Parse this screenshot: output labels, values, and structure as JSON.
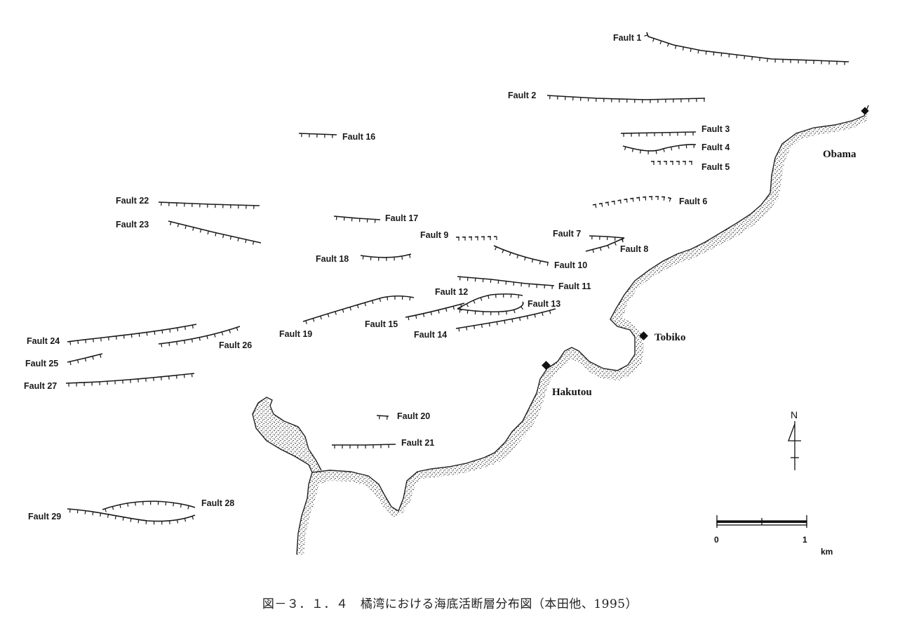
{
  "map": {
    "faults": [
      {
        "id": "f1",
        "label": "Fault 1"
      },
      {
        "id": "f2",
        "label": "Fault 2"
      },
      {
        "id": "f3",
        "label": "Fault 3"
      },
      {
        "id": "f4",
        "label": "Fault 4"
      },
      {
        "id": "f5",
        "label": "Fault 5"
      },
      {
        "id": "f6",
        "label": "Fault 6"
      },
      {
        "id": "f7",
        "label": "Fault 7"
      },
      {
        "id": "f8",
        "label": "Fault 8"
      },
      {
        "id": "f9",
        "label": "Fault 9"
      },
      {
        "id": "f10",
        "label": "Fault 10"
      },
      {
        "id": "f11",
        "label": "Fault 11"
      },
      {
        "id": "f12",
        "label": "Fault 12"
      },
      {
        "id": "f13",
        "label": "Fault 13"
      },
      {
        "id": "f14",
        "label": "Fault 14"
      },
      {
        "id": "f15",
        "label": "Fault 15"
      },
      {
        "id": "f16",
        "label": "Fault 16"
      },
      {
        "id": "f17",
        "label": "Fault 17"
      },
      {
        "id": "f18",
        "label": "Fault 18"
      },
      {
        "id": "f19",
        "label": "Fault 19"
      },
      {
        "id": "f20",
        "label": "Fault 20"
      },
      {
        "id": "f21",
        "label": "Fault 21"
      },
      {
        "id": "f22",
        "label": "Fault 22"
      },
      {
        "id": "f23",
        "label": "Fault 23"
      },
      {
        "id": "f24",
        "label": "Fault 24"
      },
      {
        "id": "f25",
        "label": "Fault 25"
      },
      {
        "id": "f26",
        "label": "Fault 26"
      },
      {
        "id": "f27",
        "label": "Fault 27"
      },
      {
        "id": "f28",
        "label": "Fault 28"
      },
      {
        "id": "f29",
        "label": "Fault 29"
      }
    ],
    "places": {
      "obama": "Obama",
      "tobiko": "Tobiko",
      "hakutou": "Hakutou"
    },
    "north_label": "N",
    "scale": {
      "start": "0",
      "end": "1",
      "unit": "km"
    }
  },
  "caption": "図－３．１．４　橘湾における海底活断層分布図（本田他、1995）"
}
